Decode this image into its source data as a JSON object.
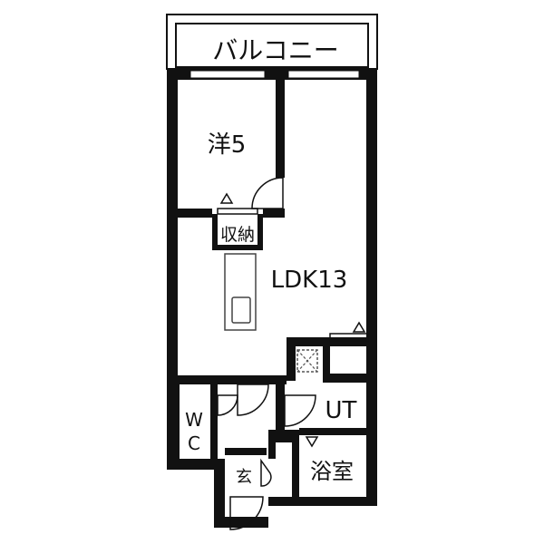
{
  "floor_plan": {
    "rooms": {
      "balcony": "バルコニー",
      "western_room": "洋5",
      "storage": "収納",
      "ldk": "LDK13",
      "utility": "UT",
      "bathroom": "浴室",
      "toilet_top": "W",
      "toilet_bottom": "C",
      "entrance": "玄"
    },
    "colors": {
      "wall": "#111111",
      "background": "#ffffff",
      "fixture": "#555555"
    }
  }
}
